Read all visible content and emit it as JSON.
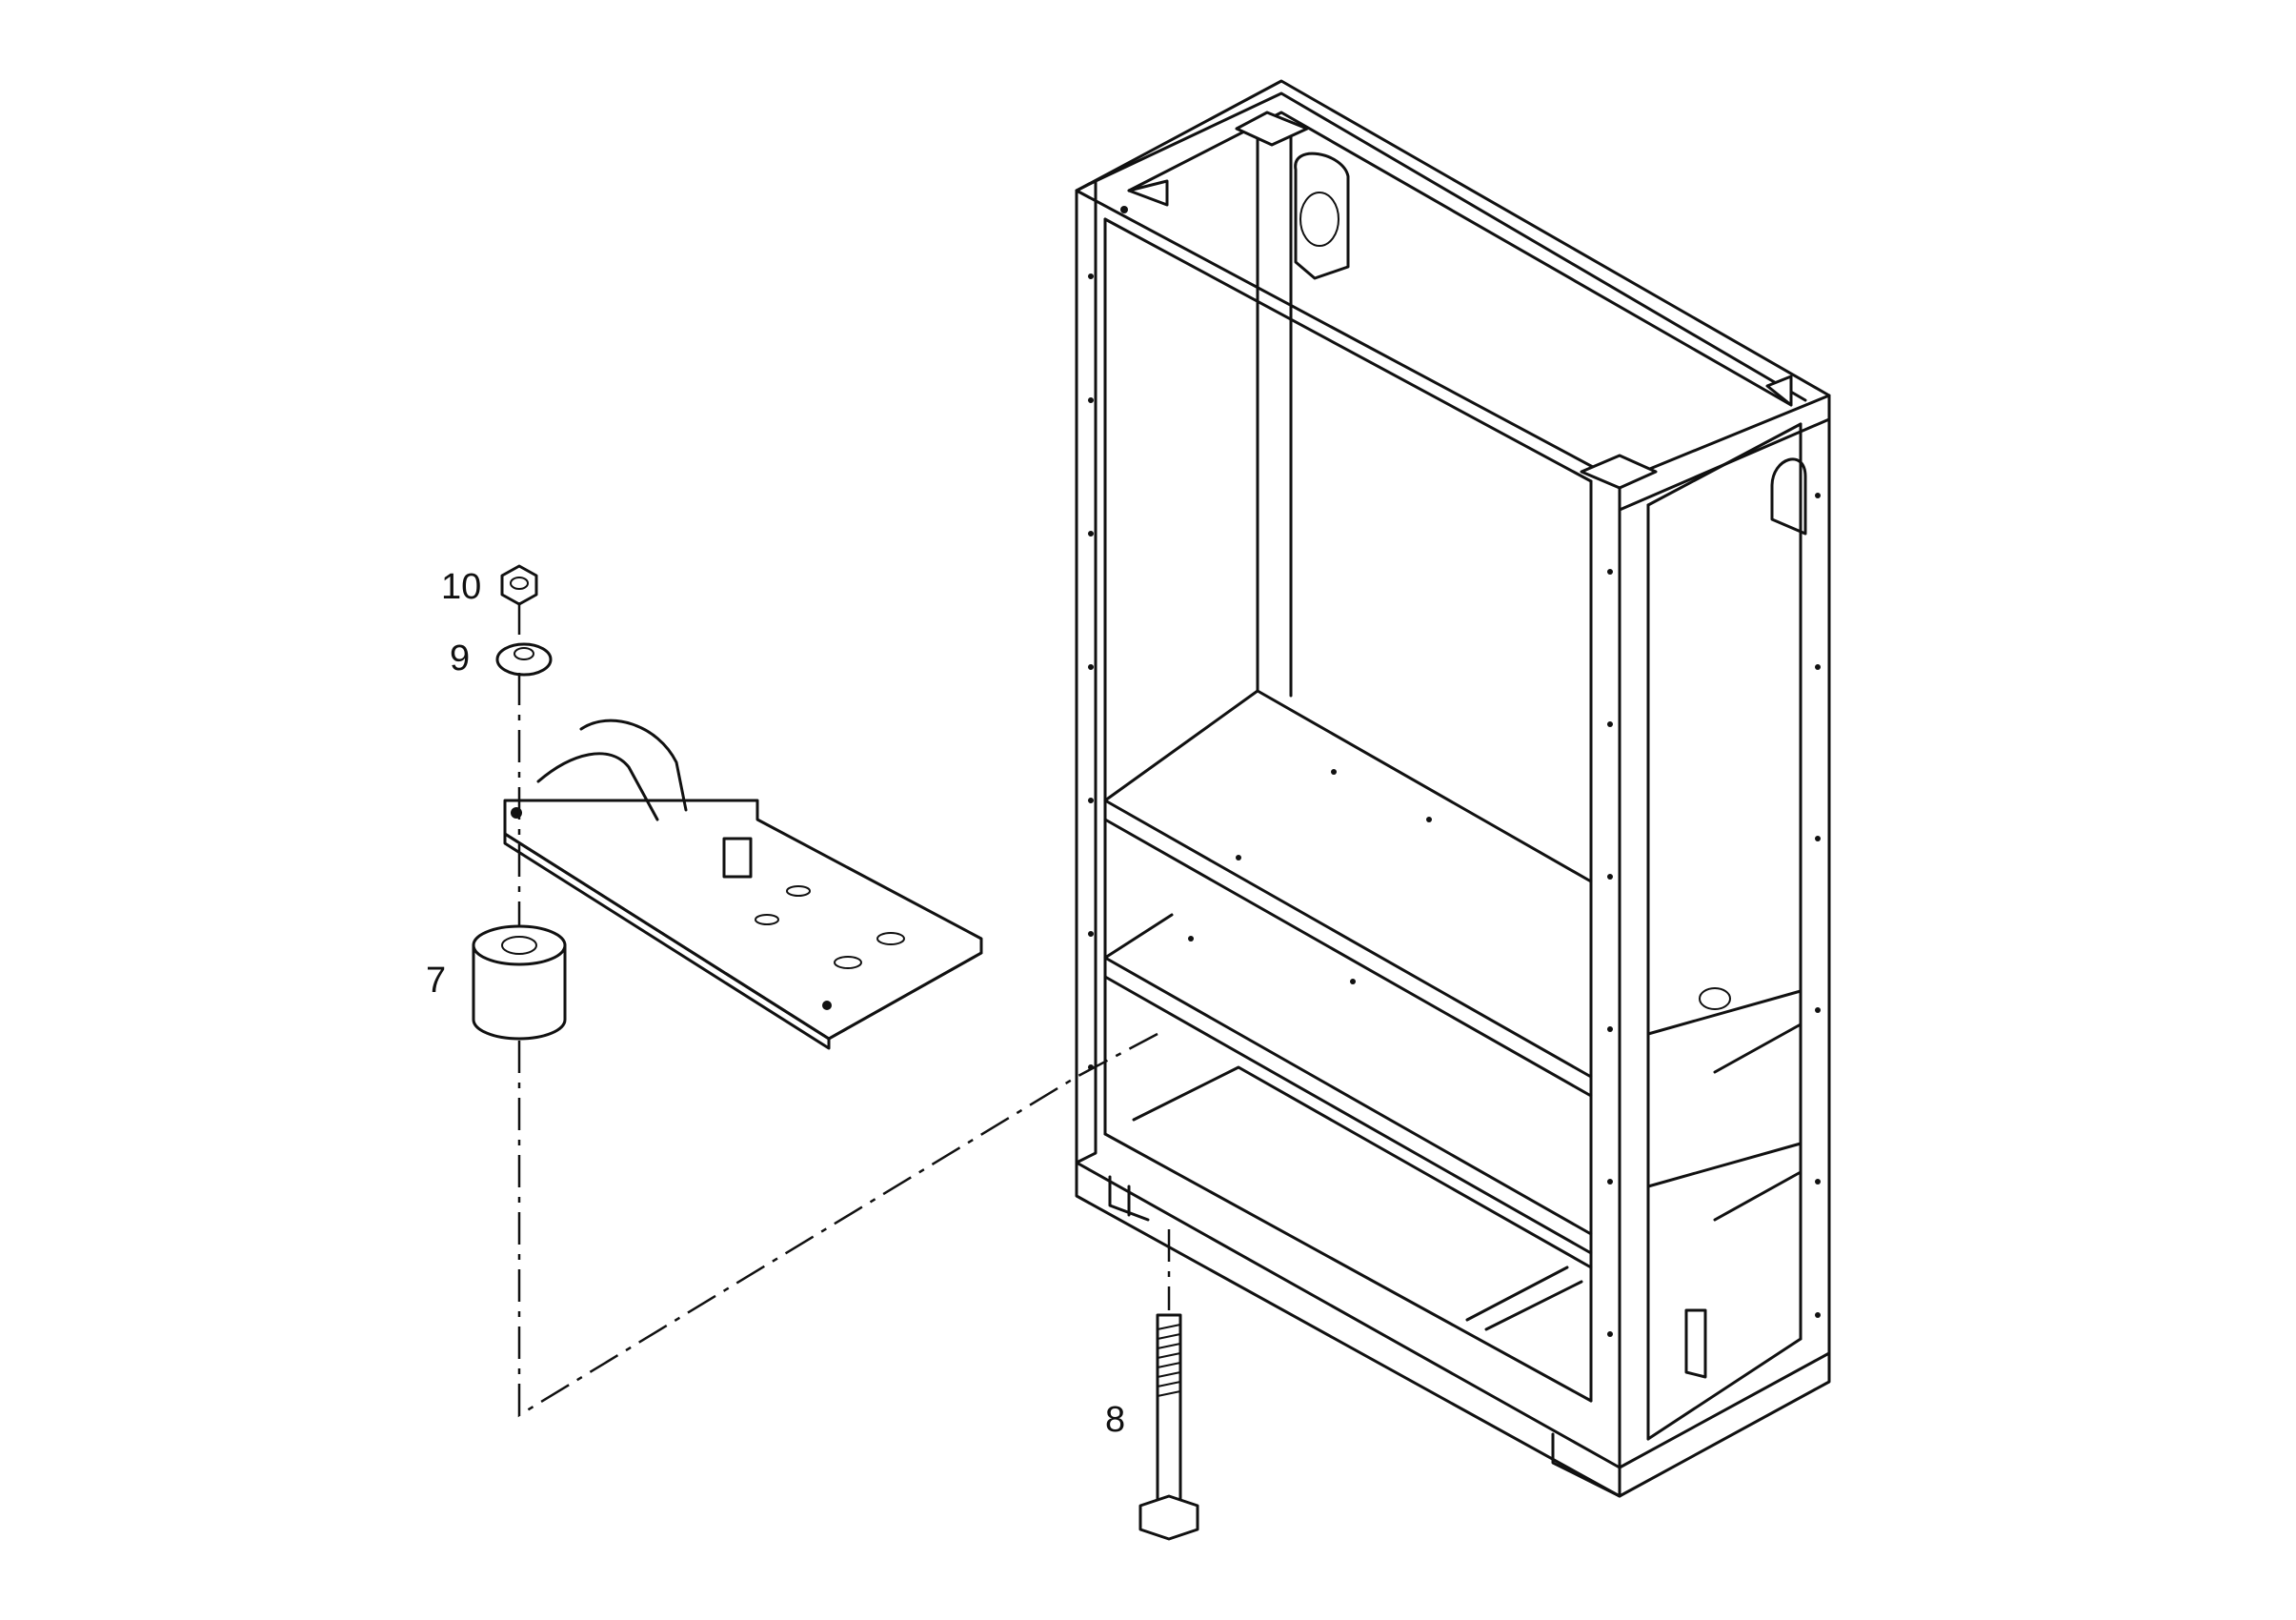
{
  "callouts": {
    "item_10": "10",
    "item_9": "9",
    "item_7": "7",
    "item_8": "8"
  },
  "colors": {
    "line": "#111111",
    "background": "#ffffff"
  }
}
